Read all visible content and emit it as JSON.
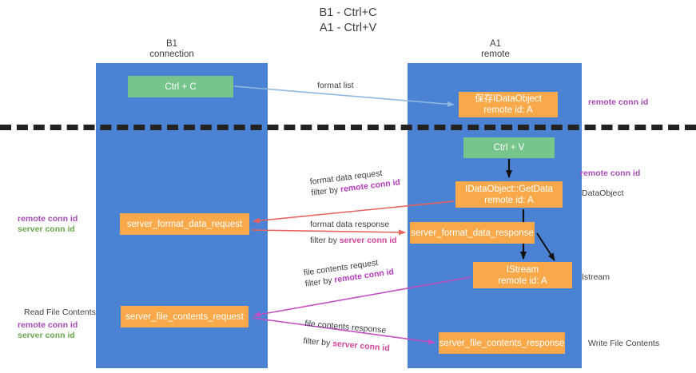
{
  "title": "B1 - Ctrl+C\nA1 - Ctrl+V",
  "columns": [
    {
      "name": "B1",
      "role": "connection",
      "label": "B1\nconnection"
    },
    {
      "name": "A1",
      "role": "remote",
      "label": "A1\nremote"
    }
  ],
  "nodes": {
    "ctrl_c": "Ctrl + C",
    "idataobject": "保存IDataObject\nremote id: A",
    "ctrl_v": "Ctrl + V",
    "getdata": "IDataObject::GetData\nremote id: A",
    "server_format_data_request": "server_format_data_request",
    "server_format_data_response": "server_format_data_response",
    "istream": "IStream\nremote id: A",
    "server_file_contents_request": "server_file_contents_request",
    "server_file_contents_response": "server_file_contents_response"
  },
  "edge_labels": {
    "format_list": "format list",
    "format_data_request": "format data request",
    "format_data_request_filter_prefix": "filter by ",
    "format_data_request_filter_key": "remote conn id",
    "format_data_response": "format data response",
    "format_data_response_filter_prefix": "filter by ",
    "format_data_response_filter_key": "server conn id",
    "file_contents_request": "file contents request",
    "file_contents_request_filter_prefix": "filter by ",
    "file_contents_request_filter_key": "remote conn id",
    "file_contents_response": "file contents response",
    "file_contents_response_filter_prefix": "filter by ",
    "file_contents_response_filter_key": "server conn id"
  },
  "annotations": {
    "remote_conn_id_top": "remote conn id",
    "remote_conn_id_mid": "remote conn id",
    "dataobject": "DataObject",
    "istream": "Istream",
    "write_file_contents": "Write File Contents",
    "read_file_contents": "Read File Contents",
    "left_remote_conn_id_1": "remote conn id",
    "left_server_conn_id_1": "server conn id",
    "left_remote_conn_id_2": "remote conn id",
    "left_server_conn_id_2": "server conn id"
  },
  "colors": {
    "lane": "#4c82d3",
    "node_orange": "#f9a94a",
    "node_green": "#77c58c",
    "remote_conn_id": "#a64ab5",
    "server_conn_id": "#6aa84f",
    "arrow_blue": "#8fb8e0",
    "arrow_red": "#e8635c",
    "arrow_magenta": "#c34fc0",
    "arrow_black": "#111111",
    "divider": "#222222",
    "background": "#ffffff"
  }
}
